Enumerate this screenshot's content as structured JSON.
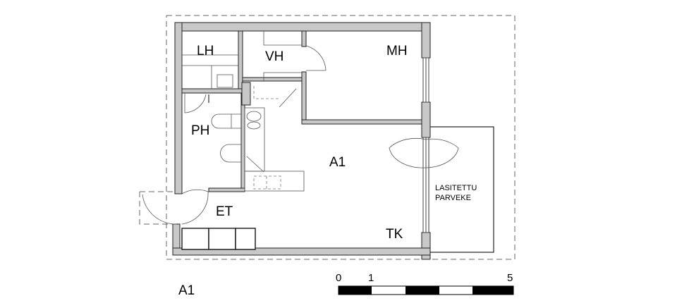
{
  "plan": {
    "title": "A1",
    "rooms": {
      "lh": "LH",
      "vh": "VH",
      "mh": "MH",
      "ph": "PH",
      "a1": "A1",
      "et": "ET",
      "tk": "TK",
      "balcony_line1": "LASITETTU",
      "balcony_line2": "PARVEKE"
    },
    "scale_bar": {
      "label_0": "0",
      "label_1": "1",
      "label_5": "5"
    }
  }
}
